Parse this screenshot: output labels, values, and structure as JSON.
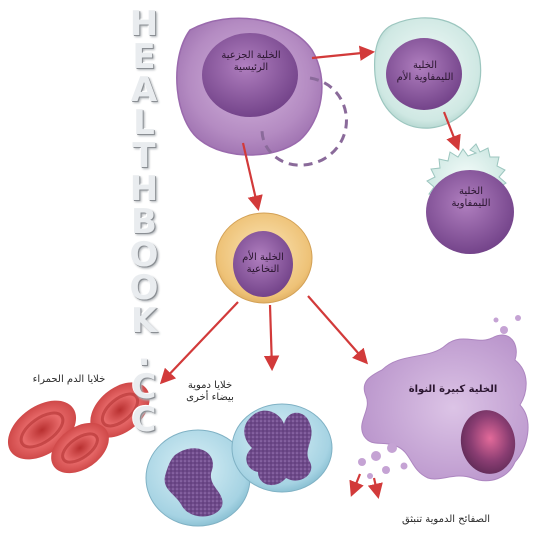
{
  "watermark": {
    "letters": [
      "H",
      "E",
      "A",
      "L",
      "T",
      "H",
      "B",
      "O",
      "O",
      "K",
      ".",
      "C",
      "C"
    ]
  },
  "colors": {
    "arrow": "#d23a3a",
    "stem_cell": "#b889c4",
    "lymphoid": "#d6ece8",
    "myeloid": "#f0c97a",
    "nucleus": "#7a4a8c",
    "red_cell": "#d84848",
    "white_cell": "#a9d7e6",
    "megakaryocyte": "#c9a6d6",
    "dashed_loop": "#8a6a9a"
  },
  "labels": {
    "stem_cell": [
      "الخلية الجزعية",
      "الرئيسية"
    ],
    "lymphoid_progenitor": [
      "الخلية",
      "الليمفاوية الأم"
    ],
    "lymphocyte": [
      "الخلية",
      "الليمفاوية"
    ],
    "myeloid_progenitor": [
      "الخلية الأم",
      "النخاعية"
    ],
    "red_blood_cells": "خلايا الدم الحمراء",
    "other_white_cells": [
      "خلايا دموية",
      "بيضاء أخرى"
    ],
    "megakaryocyte": "الخلية كبيرة النواة",
    "platelets": "الصفائح الدموية تنبثق"
  }
}
